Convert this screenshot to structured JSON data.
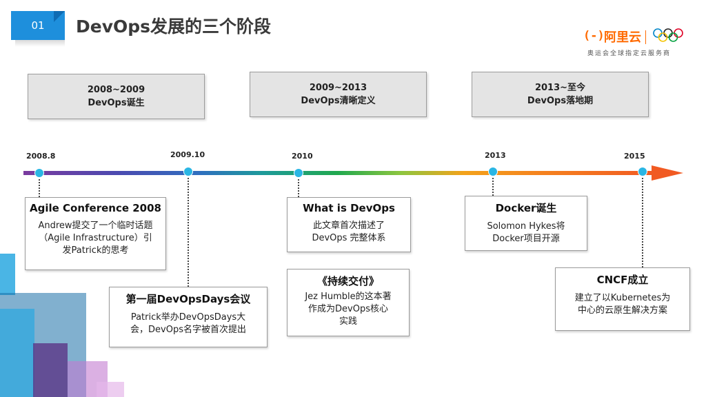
{
  "header": {
    "badge": "01",
    "title": "DevOps发展的三个阶段"
  },
  "logo": {
    "bracket": "(-)",
    "name": "阿里云",
    "tagline": "奥运会全球指定云服务商",
    "rings_icon": "olympic-rings-icon"
  },
  "phases": [
    {
      "period": "2008~2009",
      "label": "DevOps诞生"
    },
    {
      "period": "2009~2013",
      "label": "DevOps清晰定义"
    },
    {
      "period": "2013~至今",
      "label": "DevOps落地期"
    }
  ],
  "timeline": {
    "years": [
      "2008.8",
      "2009.10",
      "2010",
      "2013",
      "2015"
    ],
    "colors": {
      "dot": "#2ab6e4",
      "arrow": "#f15a22",
      "badge": "#1e8fdc",
      "brand": "#ff6a00"
    }
  },
  "events": [
    {
      "title": "Agile Conference 2008",
      "desc": "Andrew提交了一个临时话题\n（Agile Infrastructure）引\n发Patrick的思考"
    },
    {
      "title": "第一届DevOpsDays会议",
      "desc": "Patrick举办DevOpsDays大\n会，DevOps名字被首次提出"
    },
    {
      "title": "What is DevOps",
      "desc": "此文章首次描述了\nDevOps 完整体系"
    },
    {
      "title": "《持续交付》",
      "desc": "Jez Humble的这本著\n作成为DevOps核心\n实践"
    },
    {
      "title": "Docker诞生",
      "desc": "Solomon  Hykes将\nDocker项目开源"
    },
    {
      "title": "CNCF成立",
      "desc": "建立了以Kubernetes为\n中心的云原生解决方案"
    }
  ]
}
